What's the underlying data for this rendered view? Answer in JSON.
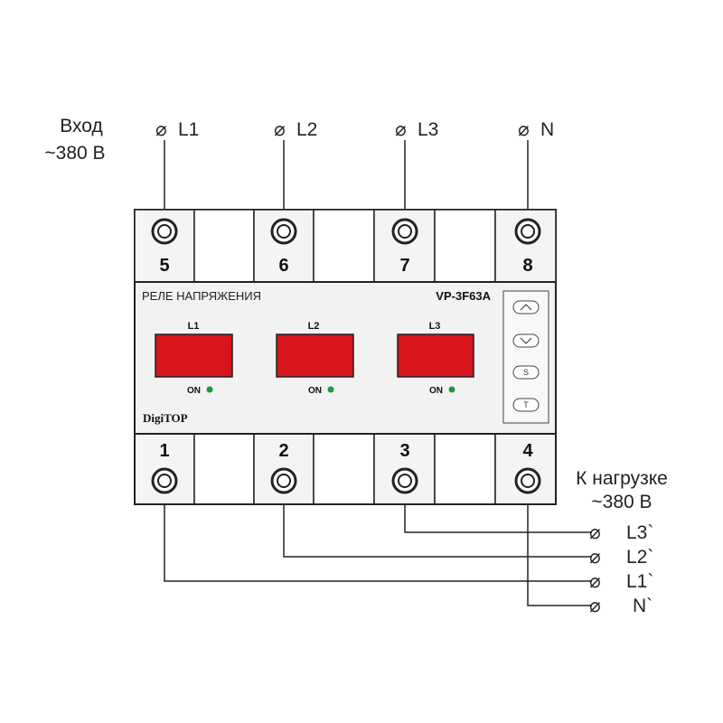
{
  "input": {
    "label": "Вход",
    "voltage": "~380 В"
  },
  "output": {
    "label": "К нагрузке",
    "voltage": "~380 В"
  },
  "top_terminals": [
    {
      "id": "t5",
      "number": "5",
      "line": "L1"
    },
    {
      "id": "t6",
      "number": "6",
      "line": "L2"
    },
    {
      "id": "t7",
      "number": "7",
      "line": "L3"
    },
    {
      "id": "t8",
      "number": "8",
      "line": "N"
    }
  ],
  "bottom_terminals": [
    {
      "id": "t1",
      "number": "1",
      "line": "L1`"
    },
    {
      "id": "t2",
      "number": "2",
      "line": "L2`"
    },
    {
      "id": "t3",
      "number": "3",
      "line": "L3`"
    },
    {
      "id": "t4",
      "number": "4",
      "line": "N`"
    }
  ],
  "device": {
    "title": "РЕЛЕ НАПРЯЖЕНИЯ",
    "model": "VP-3F63A",
    "brand": "DigiTOP",
    "channels": [
      {
        "label": "L1",
        "status": "ON"
      },
      {
        "label": "L2",
        "status": "ON"
      },
      {
        "label": "L3",
        "status": "ON"
      }
    ],
    "buttons": [
      {
        "name": "up-button",
        "icon": "chevron-up-icon",
        "text": ""
      },
      {
        "name": "down-button",
        "icon": "chevron-down-icon",
        "text": ""
      },
      {
        "name": "set-button",
        "icon": "",
        "text": "S"
      },
      {
        "name": "timer-button",
        "icon": "",
        "text": "T"
      }
    ]
  },
  "symbols": {
    "terminal": "⌀"
  },
  "colors": {
    "display": "#d8141c",
    "led": "#1a9a3a",
    "outline": "#222222",
    "panel": "#f2f2f2"
  }
}
